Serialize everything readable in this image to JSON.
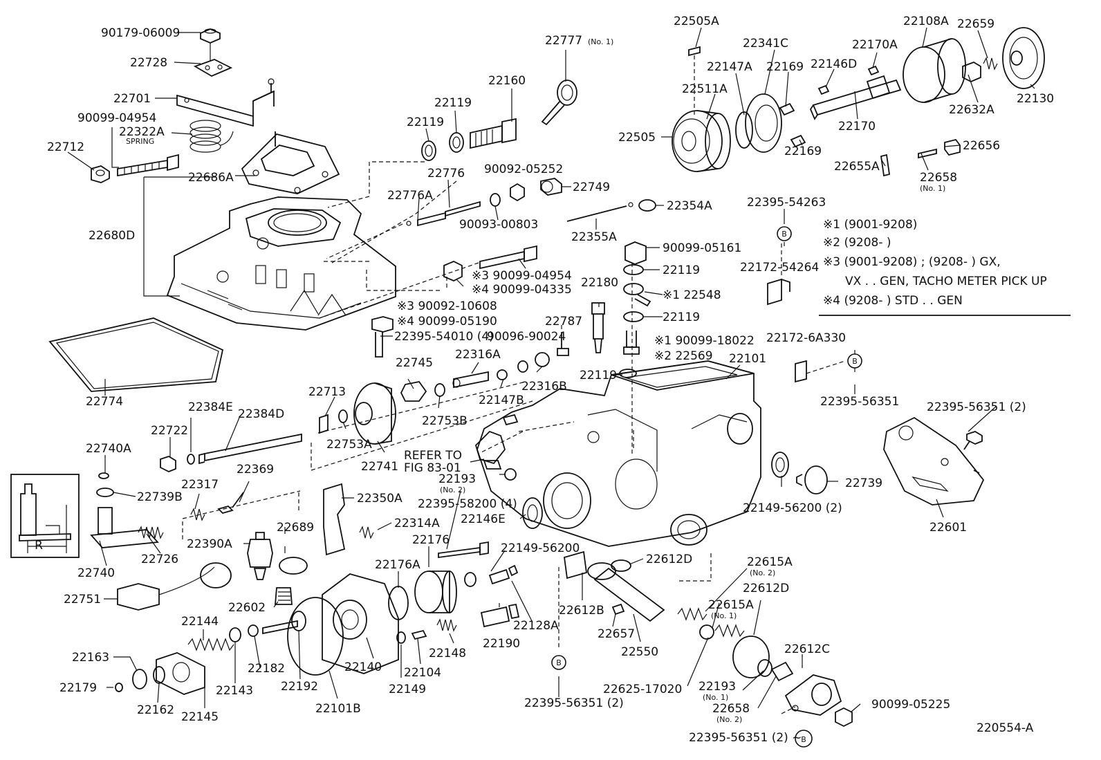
{
  "diagram": {
    "drawing_number": "220554-A",
    "labels": {
      "p90179_06009": "90179-06009",
      "p22728": "22728",
      "p22701": "22701",
      "p90099_04954a": "90099-04954",
      "p22322A": "22322A",
      "spring": "SPRING",
      "p22712": "22712",
      "p22686A": "22686A",
      "p22680D": "22680D",
      "p22774": "22774",
      "p22777": "22777",
      "p22777_note": "(No. 1)",
      "p22160": "22160",
      "p22119a": "22119",
      "p22119b": "22119",
      "p22776": "22776",
      "p90092_05252": "90092-05252",
      "p22749": "22749",
      "p22776A": "22776A",
      "p90093_00803": "90093-00803",
      "p22355A": "22355A",
      "p22354A": "22354A",
      "p90099_04954b": "※3 90099-04954",
      "p90099_04335": "※4 90099-04335",
      "p90092_10608": "※3 90092-10608",
      "p90099_05190": "※4 90099-05190",
      "p22395_54010": "22395-54010 (4)",
      "p90096_90024": "90096-90024",
      "p22787": "22787",
      "p22180": "22180",
      "p90099_05161": "90099-05161",
      "p22119c": "22119",
      "p22548": "※1 22548",
      "p22119d": "22119",
      "p90099_18022": "※1 90099-18022",
      "p22569": "※2 22569",
      "p22119e": "22119",
      "p22101": "22101",
      "p22505A": "22505A",
      "p22341C": "22341C",
      "p22147A": "22147A",
      "p22169a": "22169",
      "p22146D": "22146D",
      "p22511A": "22511A",
      "p22505": "22505",
      "p22169b": "22169",
      "p22170A": "22170A",
      "p22108A": "22108A",
      "p22659": "22659",
      "p22130": "22130",
      "p22632A": "22632A",
      "p22170": "22170",
      "p22656": "22656",
      "p22655A": "22655A",
      "p22658a": "22658",
      "p22658a_note": "(No. 1)",
      "p22395_54263": "22395-54263",
      "p22172_54264": "22172-54264",
      "p22172_6A330": "22172-6A330",
      "p22395_56351a": "22395-56351",
      "p22395_56351b": "22395-56351 (2)",
      "p22739": "22739",
      "p22149_56200a": "22149-56200 (2)",
      "p22601": "22601",
      "p22745": "22745",
      "p22316A": "22316A",
      "p22147B": "22147B",
      "p22316B": "22316B",
      "p22753B": "22753B",
      "p22713": "22713",
      "p22753A": "22753A",
      "p22741": "22741",
      "p22384E": "22384E",
      "p22384D": "22384D",
      "p22722": "22722",
      "p22740A": "22740A",
      "p22739B": "22739B",
      "p22740": "22740",
      "p22726": "22726",
      "p22317": "22317",
      "p22369": "22369",
      "p22390A": "22390A",
      "p22689": "22689",
      "p22751": "22751",
      "p22602": "22602",
      "refer1": "REFER TO",
      "refer2": "FIG 83-01",
      "p22193a": "22193",
      "p22193a_note": "(No. 2)",
      "p22350A": "22350A",
      "p22395_58200": "22395-58200 (4)",
      "p22146E": "22146E",
      "p22314A": "22314A",
      "p22176": "22176",
      "p22149_56200b": "22149-56200",
      "p22176A": "22176A",
      "p22612D_a": "22612D",
      "p22612B": "22612B",
      "p22128A": "22128A",
      "p22190": "22190",
      "p22657": "22657",
      "p22550": "22550",
      "p22615A_a": "22615A",
      "p22615A_a_note": "(No. 2)",
      "p22612D_b": "22612D",
      "p22615A_b": "22615A",
      "p22615A_b_note": "(No. 1)",
      "p22144": "22144",
      "p22163": "22163",
      "p22179": "22179",
      "p22162": "22162",
      "p22145": "22145",
      "p22143": "22143",
      "p22182": "22182",
      "p22192": "22192",
      "p22101B": "22101B",
      "p22140": "22140",
      "p22149": "22149",
      "p22104": "22104",
      "p22148": "22148",
      "p22395_56351c": "22395-56351 (2)",
      "p22625_17020": "22625-17020",
      "p22193b": "22193",
      "p22193b_note": "(No. 1)",
      "p22658b": "22658",
      "p22658b_note": "(No. 2)",
      "p22612C": "22612C",
      "p90099_05225": "90099-05225",
      "p22395_56351d": "22395-56351 (2) ~",
      "inset_R": "R",
      "B": "B"
    },
    "notes": [
      "※1 (9001-9208)",
      "※2 (9208-        )",
      "※3 (9001-9208) ; (9208-        ) GX,",
      "VX . . GEN, TACHO METER PICK  UP",
      "※4 (9208-        ) STD . . GEN"
    ]
  }
}
